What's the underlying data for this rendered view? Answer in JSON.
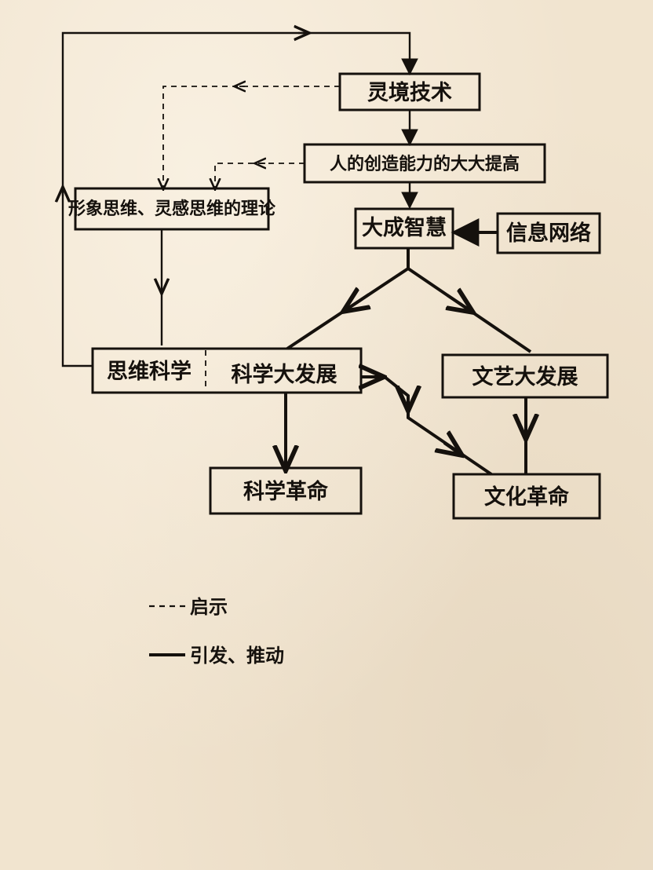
{
  "nodes": {
    "spiritual_tech": "灵境技术",
    "creativity": "人的创造能力的大大提高",
    "thinking_theory": "形象思维、灵感思维的理论",
    "wisdom": "大成智慧",
    "info_network": "信息网络",
    "thinking_science": "思维科学",
    "science_dev": "科学大发展",
    "arts_dev": "文艺大发展",
    "science_rev": "科学革命",
    "culture_rev": "文化革命"
  },
  "legend": {
    "dashed_label": "启示",
    "solid_label": "引发、推动"
  },
  "colors": {
    "paper": "#f1e4cf",
    "ink": "#15110d"
  }
}
